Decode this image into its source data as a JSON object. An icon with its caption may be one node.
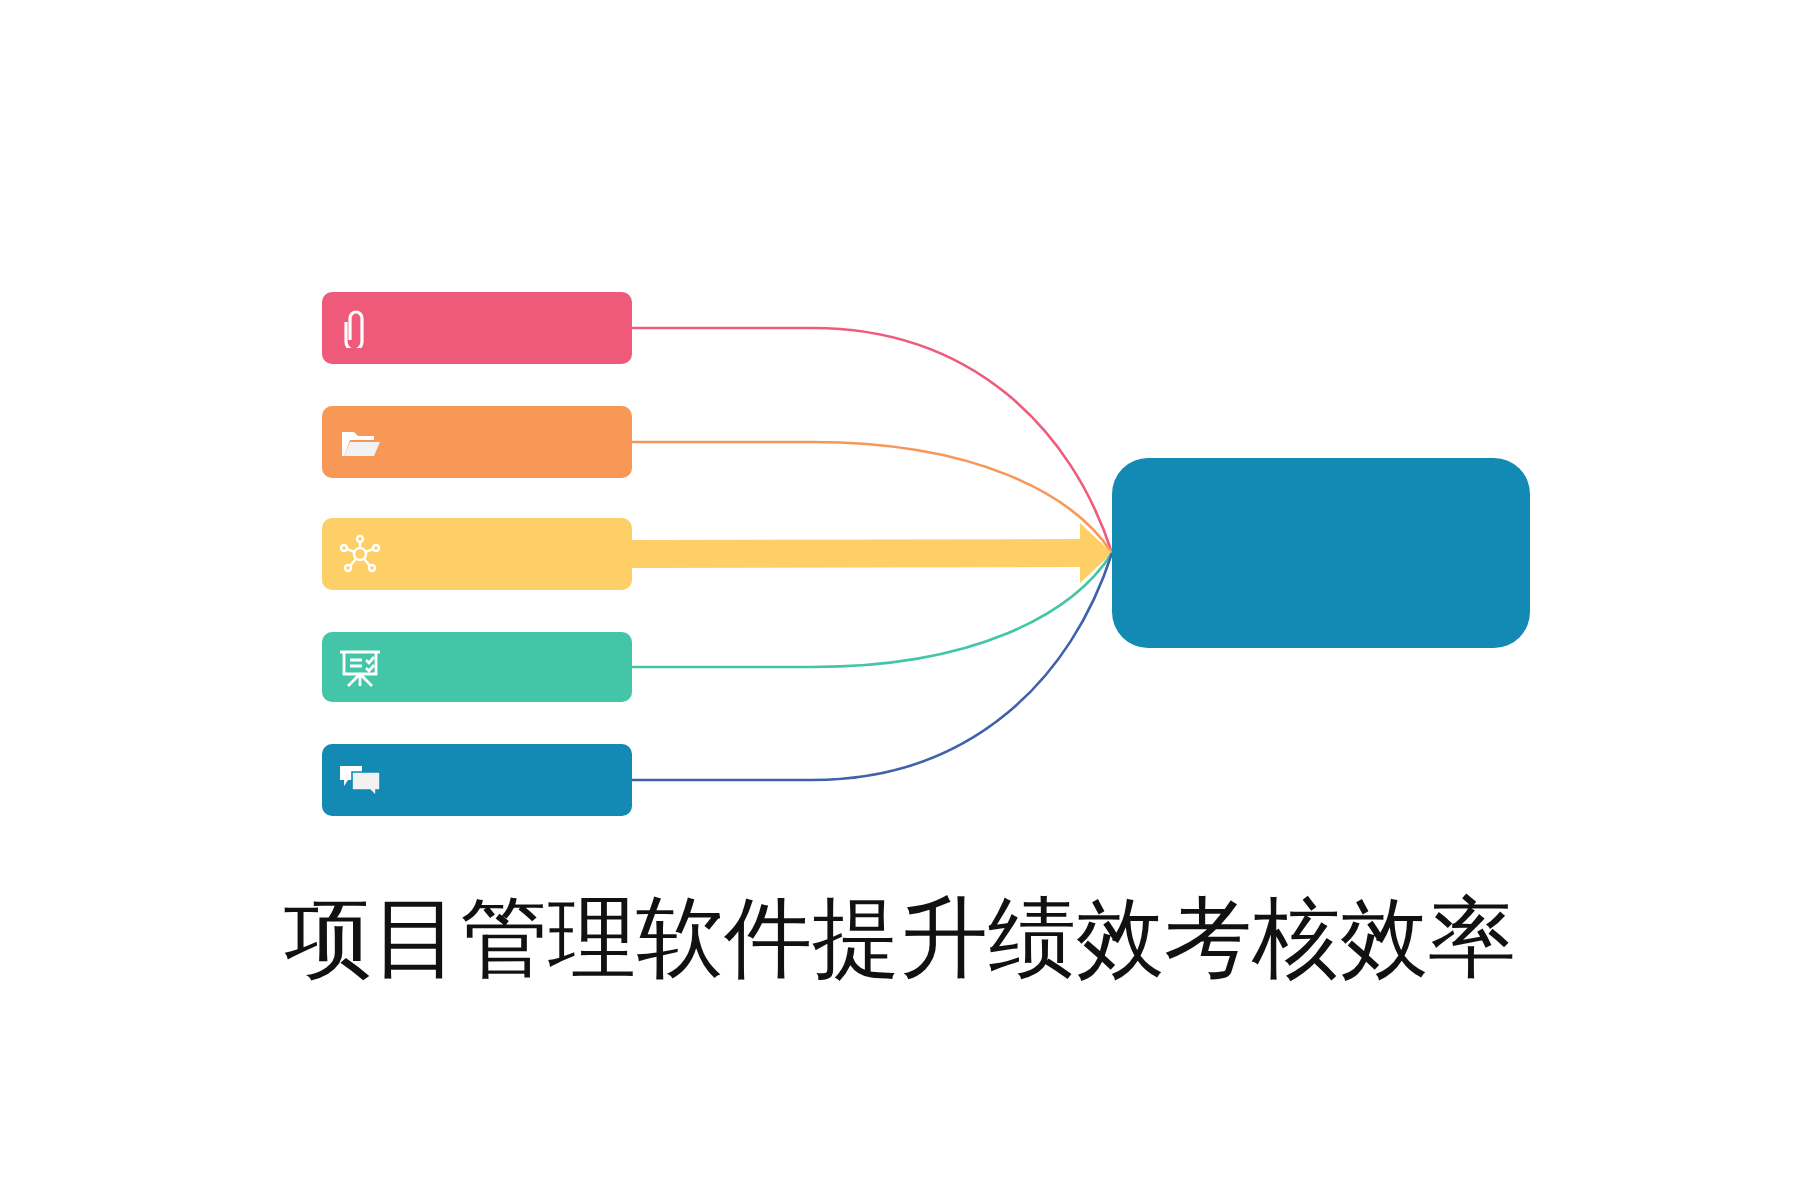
{
  "diagram": {
    "title": "项目管理软件提升绩效考核效率",
    "nodes": [
      {
        "text": [],
        "shape": "bar"
      },
      {
        "text": [],
        "shape": "bar"
      },
      {
        "text": [],
        "shape": "bar"
      },
      {
        "text": [],
        "shape": "bar"
      },
      {
        "text": [],
        "shape": "bar"
      },
      {
        "text": [],
        "shape": "box"
      }
    ],
    "edges": [
      {
        "from": 0,
        "to": 5,
        "arrow": "none",
        "color": "#ef5b7b"
      },
      {
        "from": 1,
        "to": 5,
        "arrow": "none",
        "color": "#f7975a"
      },
      {
        "from": 2,
        "to": 5,
        "arrow": "to",
        "style": "thick",
        "color": "#fecf66"
      },
      {
        "from": 3,
        "to": 5,
        "arrow": "none",
        "color": "#43c5a6"
      },
      {
        "from": 4,
        "to": 5,
        "arrow": "none",
        "color": "#3f62a8"
      }
    ]
  }
}
